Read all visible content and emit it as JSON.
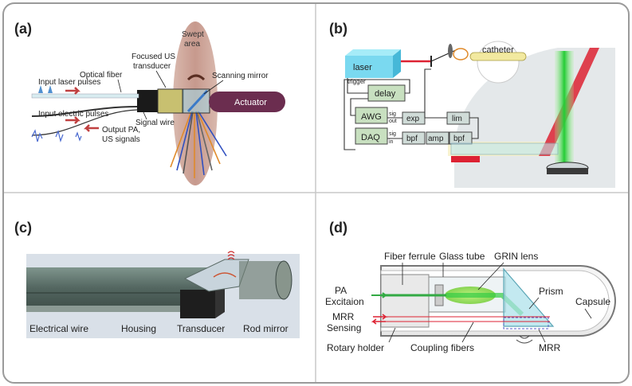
{
  "panels": {
    "a": {
      "label": "(a)",
      "swept_area": [
        "Swept",
        "area"
      ],
      "optical_fiber": "Optical fiber",
      "focused_us_transducer": [
        "Focused US",
        "transducer"
      ],
      "scanning_mirror": "Scanning mirror",
      "actuator": "Actuator",
      "input_laser_pulses": "Input laser pulses",
      "input_electric_pulses": "Input electric pulses",
      "signal_wire": "Signal wire",
      "output_signals": [
        "Output PA,",
        "US signals"
      ]
    },
    "b": {
      "label": "(b)",
      "laser": "laser",
      "trigger": "trigger",
      "catheter": "catheter",
      "delay": "delay",
      "awg": "AWG",
      "daq": "DAQ",
      "sig_out": [
        "sig",
        "out"
      ],
      "sig_in": [
        "sig",
        "in"
      ],
      "exp": "exp",
      "lim": "lim",
      "bpf1": "bpf",
      "amp": "amp",
      "bpf2": "bpf"
    },
    "c": {
      "label": "(c)",
      "electrical_wire": "Electrical wire",
      "housing": "Housing",
      "transducer": "Transducer",
      "rod_mirror": "Rod mirror"
    },
    "d": {
      "label": "(d)",
      "fiber_ferrule": "Fiber ferrule",
      "glass_tube": "Glass tube",
      "grin_lens": "GRIN lens",
      "pa_excitation": [
        "PA",
        "Excitaion"
      ],
      "prism": "Prism",
      "capsule": "Capsule",
      "mrr_sensing": [
        "MRR",
        "Sensing"
      ],
      "rotary_holder": "Rotary holder",
      "coupling_fibers": "Coupling fibers",
      "mrr": "MRR"
    }
  },
  "colors": {
    "frame": "#9a9a9a",
    "actuator": "#6b2d4f",
    "swept_area": "#c9a49a",
    "laser_box": "#7ad9f0",
    "green_beam": "#33cc44",
    "red_beam": "#dd2233",
    "panel_c_bg": "#d9e0e8"
  }
}
